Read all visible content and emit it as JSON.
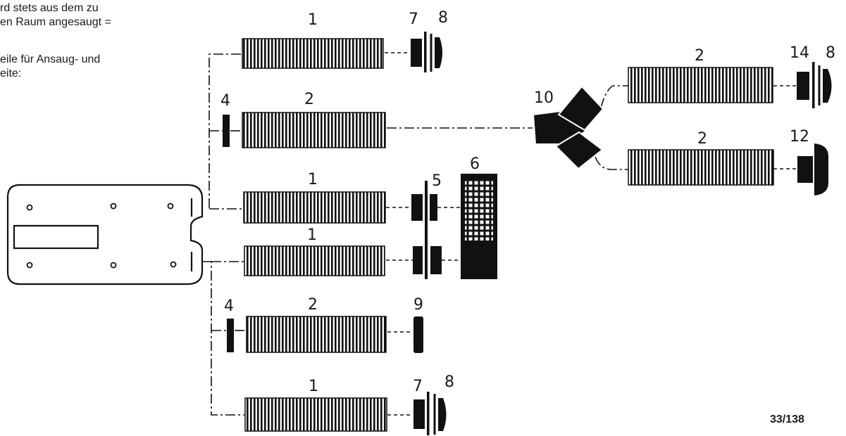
{
  "text": {
    "line1": "rd stets aus dem zu",
    "line2": "en Raum angesaugt =",
    "line3": "eile für Ansaug- und",
    "line4": "eite:"
  },
  "labels": {
    "hose_upper_1": "1",
    "cap_7_upper": "7",
    "plug_8_upper": "8",
    "reducer_4_upper": "4",
    "hose_upper_2": "2",
    "hose_mid_1a": "1",
    "connector_5": "5",
    "nozzle_6": "6",
    "hose_mid_1b": "1",
    "reducer_4_lower": "4",
    "hose_lower_2": "2",
    "plug_9": "9",
    "hose_lower_1": "1",
    "cap_7_lower": "7",
    "plug_8_lower": "8",
    "y_piece_10": "10",
    "hose_right_2a": "2",
    "hose_right_2b": "2",
    "cap_14": "14",
    "plug_8_right": "8",
    "cap_12": "12"
  },
  "figure_ref": "33/138"
}
